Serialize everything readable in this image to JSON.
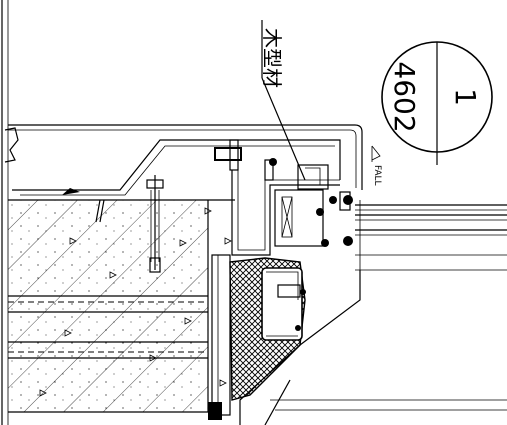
{
  "detail_marker": {
    "number": "1",
    "sheet": "4602"
  },
  "callout_label": "木型材",
  "fall_label": "FALL",
  "colors": {
    "ink": "#000000",
    "paper": "#ffffff"
  }
}
